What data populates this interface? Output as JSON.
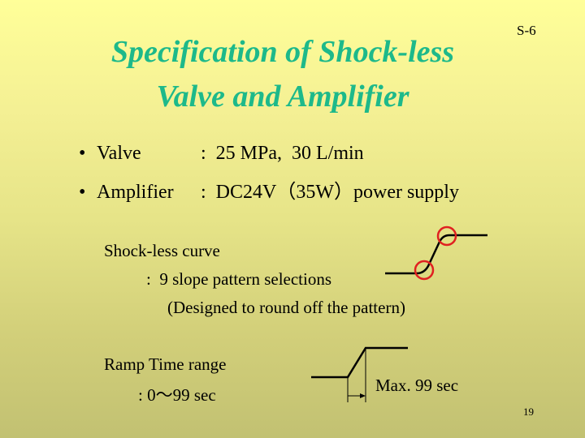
{
  "slide": {
    "id": "S-6",
    "page_number": "19",
    "title_line1": "Specification of Shock-less",
    "title_line2": "Valve and Amplifier",
    "colors": {
      "title": "#1DB98A",
      "highlight_circle": "#E02020",
      "bg_top": "#FFFF99",
      "bg_bottom": "#C2C172"
    }
  },
  "bullets": [
    {
      "bullet": "•",
      "label": "Valve",
      "value": ":  25 MPa,  30 L/min"
    },
    {
      "bullet": "•",
      "label": "Amplifier",
      "value": ":  DC24V（35W）power supply"
    }
  ],
  "shockless": {
    "title": "Shock-less curve",
    "line2": ":  9 slope pattern selections",
    "line3": "(Designed to round off the pattern)"
  },
  "ramp": {
    "title": "Ramp Time range",
    "line2": ": 0～99 sec",
    "diagram_label": "Max. 99 sec"
  }
}
